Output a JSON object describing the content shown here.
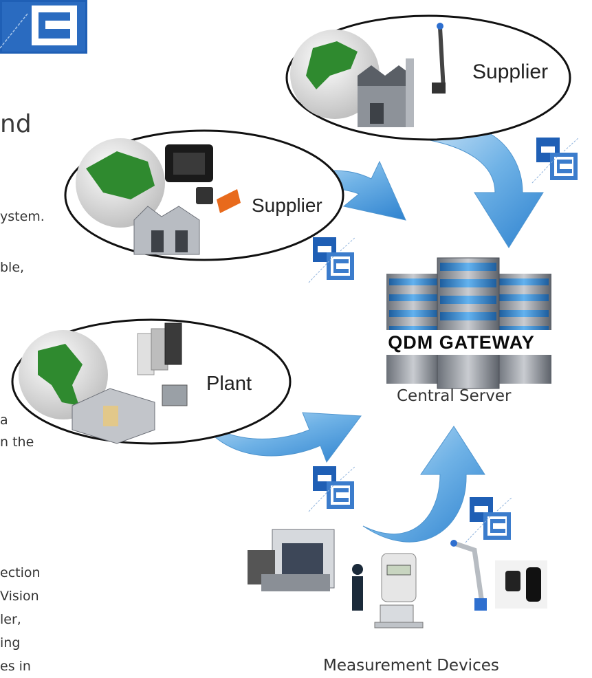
{
  "heading_fragment": "nd",
  "body_fragments": [
    "ystem.",
    "ble,",
    "a",
    "n the",
    "ection",
    "Vision",
    "ler,",
    "ing",
    "es in"
  ],
  "nodes": {
    "supplier_top": "Supplier",
    "supplier_mid": "Supplier",
    "plant": "Plant"
  },
  "server": {
    "label": "QDM GATEWAY",
    "caption": "Central Server"
  },
  "devices_caption": "Measurement Devices",
  "colors": {
    "arrow": "#5aa2dc",
    "logo_blue": "#1f5fb5",
    "globe_land": "#2f8a2f"
  },
  "icons": [
    "logo-dg-icon",
    "globe-icon",
    "factory-icon",
    "server-icon",
    "measurement-device-icon",
    "arrow-icon"
  ]
}
